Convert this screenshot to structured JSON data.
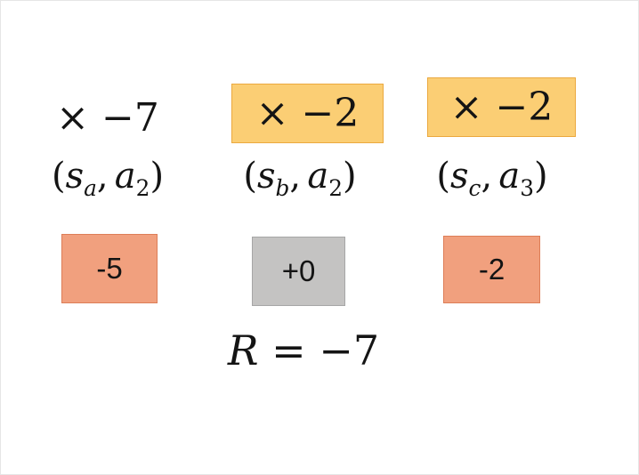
{
  "columns": [
    {
      "multiplier": "× −7",
      "multiplier_boxed": false,
      "pair": {
        "open": "(",
        "s": "s",
        "s_sub": "a",
        "comma": ",",
        "a": "a",
        "a_sub": "2",
        "close": ")"
      },
      "reward": "-5",
      "reward_style": "salmon"
    },
    {
      "multiplier": "× −2",
      "multiplier_boxed": true,
      "pair": {
        "open": "(",
        "s": "s",
        "s_sub": "b",
        "comma": ",",
        "a": "a",
        "a_sub": "2",
        "close": ")"
      },
      "reward": "+0",
      "reward_style": "gray"
    },
    {
      "multiplier": "× −2",
      "multiplier_boxed": true,
      "pair": {
        "open": "(",
        "s": "s",
        "s_sub": "c",
        "comma": ",",
        "a": "a",
        "a_sub": "3",
        "close": ")"
      },
      "reward": "-2",
      "reward_style": "salmon"
    }
  ],
  "result": {
    "var": "R",
    "rest": "= −7"
  },
  "colors": {
    "multiplier_box_fill": "#FBCE74",
    "multiplier_box_border": "#EBA93F",
    "reward_salmon_fill": "#F1A07E",
    "reward_salmon_border": "#DD7E58",
    "reward_gray_fill": "#C4C3C2",
    "reward_gray_border": "#A6A6A6"
  }
}
